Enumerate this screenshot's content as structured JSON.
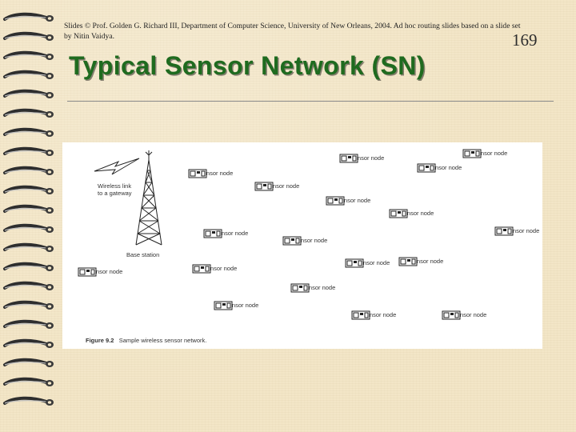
{
  "header": {
    "credit_line1": "Slides © Prof. Golden G. Richard III, Department of Computer Science, University of New Orleans, 2004. Ad hoc routing slides based on a slide set",
    "credit_line2": "by Nitin Vaidya.",
    "slide_number": "169"
  },
  "title": "Typical Sensor Network (SN)",
  "figure": {
    "wireless_label_line1": "Wireless link",
    "wireless_label_line2": "to a gateway",
    "base_station_label": "Base station",
    "caption_number": "Figure 9.2",
    "caption_text": "Sample wireless sensor network.",
    "nodes": [
      "Sensor node",
      "Sensor node",
      "Sensor node",
      "Sensor node",
      "Sensor node",
      "Sensor node",
      "Sensor node",
      "Sensor node",
      "Sensor node",
      "Sensor node",
      "Sensor node",
      "Sensor node",
      "Sensor node",
      "Sensor node",
      "Sensor node",
      "Sensor node",
      "Sensor node"
    ]
  },
  "colors": {
    "background": "#f3e6c7",
    "title": "#1f6b1f",
    "figure_bg": "#ffffff"
  },
  "icons": [
    "spiral-binding-icon",
    "antenna-tower-icon",
    "lightning-bolt-icon",
    "sensor-node-icon"
  ]
}
